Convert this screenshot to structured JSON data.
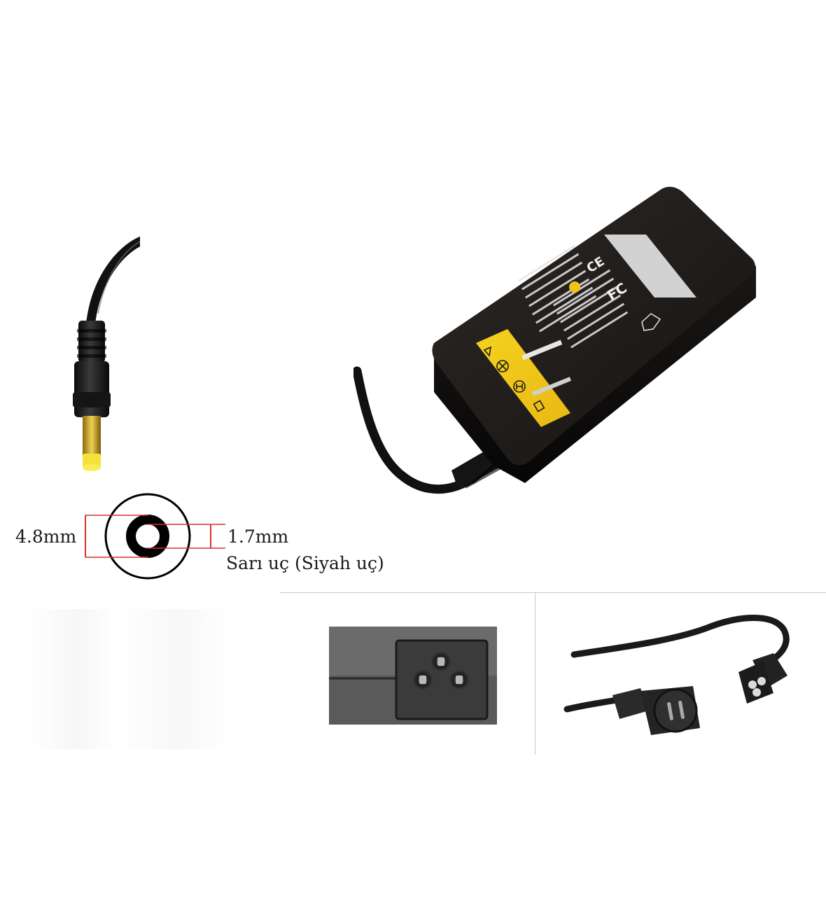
{
  "connector": {
    "outer_diameter": "4.8mm",
    "inner_diameter": "1.7mm",
    "tip_note": "Sarı uç (Siyah uç)"
  },
  "colors": {
    "adapter_body": "#1c1a18",
    "label_yellow": "#f2c21b",
    "pin_yellow": "#e0b020",
    "dimension_line": "#d9312b",
    "divider": "#c8c8c8"
  },
  "icons": [
    "ce-mark-icon",
    "fc-mark-icon",
    "warning-icon",
    "indoor-use-icon",
    "no-disassemble-icon",
    "no-open-icon",
    "recycle-bin-icon"
  ]
}
